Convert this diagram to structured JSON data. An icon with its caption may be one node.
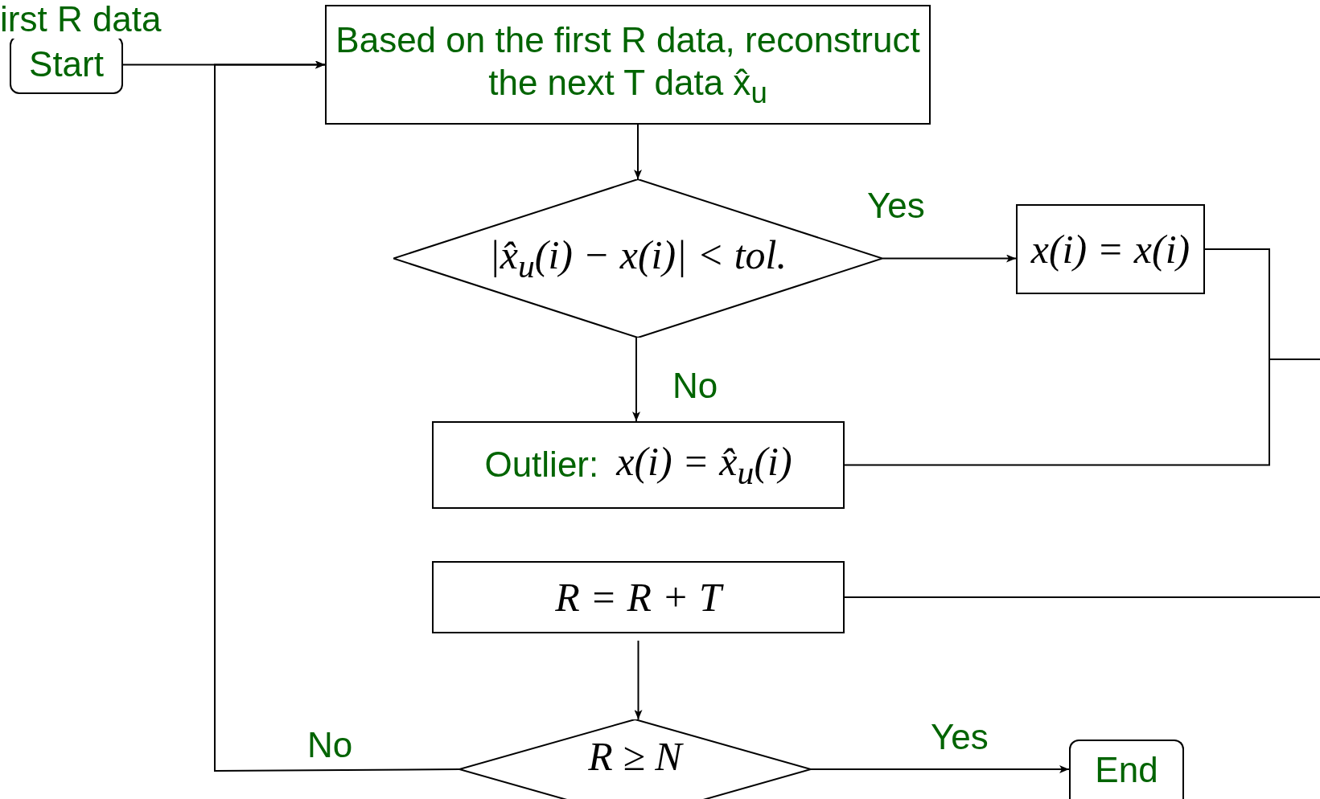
{
  "diagram": {
    "nodes": [
      {
        "text": [
          "Start"
        ]
      },
      {
        "text": [
          "Based on the first R data, reconstruct the next T data x̂$_{u}$"
        ]
      },
      {
        "text": [
          "|x̂$_{u}$(i) − x(i)| < tol."
        ]
      },
      {
        "text": [
          "x(i) = x(i)"
        ]
      },
      {
        "text": [
          "Outlier:",
          "x(i) = x̂$_{u}$(i)"
        ]
      },
      {
        "text": [
          "R = R + T"
        ]
      },
      {
        "text": [
          "R ≥ N"
        ]
      },
      {
        "text": [
          "End"
        ]
      }
    ],
    "edges": [
      {
        "from": 0,
        "to": 1,
        "arrow": "to"
      },
      {
        "from": 1,
        "to": 2,
        "arrow": "to"
      },
      {
        "from": 2,
        "to": 3,
        "arrow": "to",
        "label": "Yes"
      },
      {
        "from": 2,
        "to": 4,
        "arrow": "to",
        "label": "No"
      },
      {
        "from": 3,
        "to": null,
        "arrow": "none"
      },
      {
        "from": 4,
        "to": null,
        "arrow": "none"
      },
      {
        "from": null,
        "to": 5,
        "arrow": "none"
      },
      {
        "from": 5,
        "to": 6,
        "arrow": "to"
      },
      {
        "from": 6,
        "to": 7,
        "arrow": "to",
        "label": "Yes"
      },
      {
        "from": 6,
        "to": 1,
        "arrow": "to",
        "label": "No"
      }
    ],
    "labels": [
      "irst R data"
    ]
  }
}
